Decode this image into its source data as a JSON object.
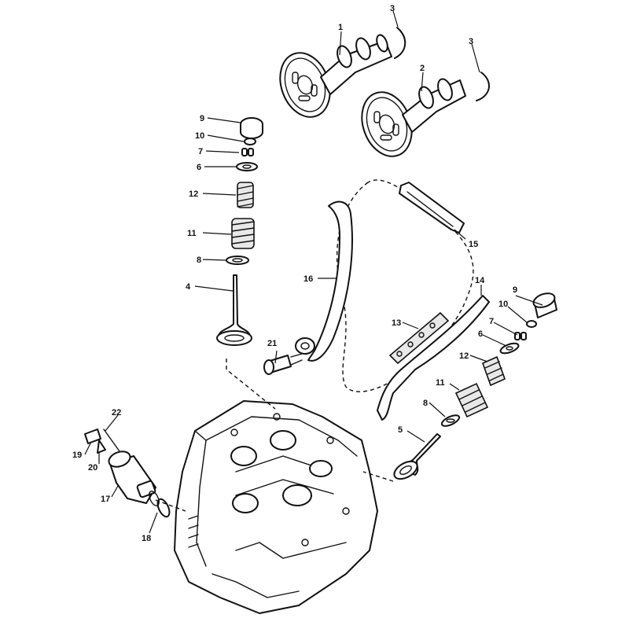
{
  "callouts": [
    {
      "id": "c1",
      "text": "1"
    },
    {
      "id": "c2",
      "text": "2"
    },
    {
      "id": "c3a",
      "text": "3"
    },
    {
      "id": "c3b",
      "text": "3"
    },
    {
      "id": "c4",
      "text": "4"
    },
    {
      "id": "c5",
      "text": "5"
    },
    {
      "id": "c6a",
      "text": "6"
    },
    {
      "id": "c6b",
      "text": "6"
    },
    {
      "id": "c7a",
      "text": "7"
    },
    {
      "id": "c7b",
      "text": "7"
    },
    {
      "id": "c8a",
      "text": "8"
    },
    {
      "id": "c8b",
      "text": "8"
    },
    {
      "id": "c9a",
      "text": "9"
    },
    {
      "id": "c9b",
      "text": "9"
    },
    {
      "id": "c10a",
      "text": "10"
    },
    {
      "id": "c10b",
      "text": "10"
    },
    {
      "id": "c11a",
      "text": "11"
    },
    {
      "id": "c11b",
      "text": "11"
    },
    {
      "id": "c12a",
      "text": "12"
    },
    {
      "id": "c12b",
      "text": "12"
    },
    {
      "id": "c13",
      "text": "13"
    },
    {
      "id": "c14",
      "text": "14"
    },
    {
      "id": "c15",
      "text": "15"
    },
    {
      "id": "c16",
      "text": "16"
    },
    {
      "id": "c17",
      "text": "17"
    },
    {
      "id": "c18",
      "text": "18"
    },
    {
      "id": "c19",
      "text": "19"
    },
    {
      "id": "c20",
      "text": "20"
    },
    {
      "id": "c21",
      "text": "21"
    },
    {
      "id": "c22",
      "text": "22"
    }
  ]
}
